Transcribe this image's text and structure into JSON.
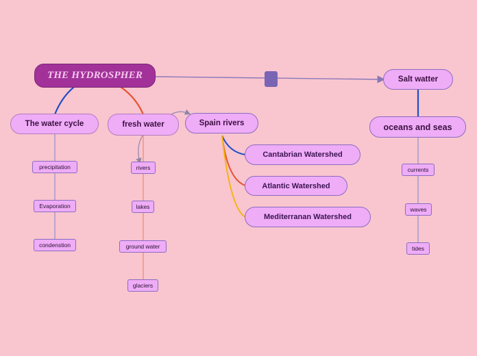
{
  "root": {
    "label": "THE HYDROSPHER"
  },
  "water_cycle": {
    "label": "The water cycle",
    "children": [
      "precipitation",
      "Evaporation",
      "condenstion"
    ]
  },
  "fresh_water": {
    "label": "fresh water",
    "children": [
      "rivers",
      "lakes",
      "ground water",
      "glaciers"
    ]
  },
  "spain_rivers": {
    "label": "Spain rivers",
    "children": [
      "Cantabrian Watershed",
      "Atlantic Watershed",
      "Mediterranan Watershed"
    ]
  },
  "salt_water": {
    "label": "Salt watter"
  },
  "oceans": {
    "label": "oceans and seas",
    "children": [
      "currents",
      "waves",
      "tides"
    ]
  },
  "colors": {
    "background": "#f9c5cf",
    "root_fill": "#a2329a",
    "node_fill": "#efacf7",
    "connector_blue": "#1f4fc4",
    "connector_red": "#e8512e",
    "connector_yellow": "#f5b40f",
    "connector_purple": "#8a78b8"
  }
}
